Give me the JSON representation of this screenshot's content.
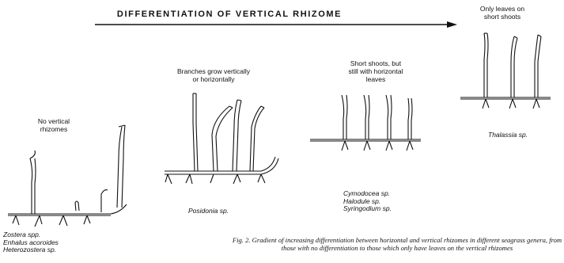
{
  "header": {
    "title": "DIFFERENTIATION OF VERTICAL RHIZOME"
  },
  "stages": [
    {
      "id": "stage-1",
      "label": "No vertical\nrhizomes",
      "genera": [
        "Zostera spp.",
        "Enhalus acoroides",
        "Heterozostera sp."
      ]
    },
    {
      "id": "stage-2",
      "label": "Branches grow vertically\nor horizontally",
      "genera": [
        "Posidonia sp."
      ]
    },
    {
      "id": "stage-3",
      "label": "Short shoots, but\nstill with horizontal\nleaves",
      "genera": [
        "Cymodocea sp.",
        "Halodule sp.",
        "Syringodium sp."
      ]
    },
    {
      "id": "stage-4",
      "label": "Only leaves on\nshort shoots",
      "genera": [
        "Thalassia sp."
      ]
    }
  ],
  "caption": "Fig. 2. Gradient of increasing differentiation between horizontal and vertical rhizomes in different seagrass genera, from those with no differentiation to those which only have leaves on the vertical rhizomes"
}
